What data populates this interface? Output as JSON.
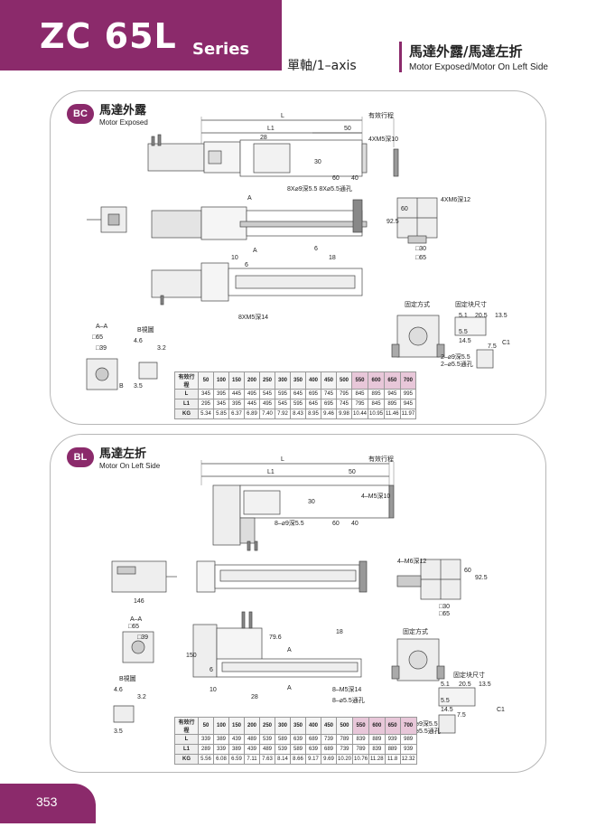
{
  "header": {
    "model": "ZC 65L",
    "series": "Series",
    "axis": "單軸/1–axis",
    "variants_zh": "馬達外露/馬達左折",
    "variants_en": "Motor Exposed/Motor On Left Side"
  },
  "bc": {
    "badge": "BC",
    "title_zh": "馬達外露",
    "title_en": "Motor Exposed",
    "labels": {
      "L": "L",
      "L1": "L1",
      "stroke": "有效行程",
      "d50": "50",
      "d28": "28",
      "hole4": "4XM5深10",
      "d60": "60",
      "d40": "40",
      "d30": "30",
      "hole8": "8X⌀9深5.5  8X⌀5.5通孔",
      "A1": "A",
      "A2": "A",
      "hole4m6": "4XM6深12",
      "d925": "92.5",
      "d60b": "60",
      "sq30": "□30",
      "sq65": "□65",
      "d6": "6",
      "d10": "10",
      "d6b": "6",
      "d18": "18",
      "hole8m5": "8XM5深14",
      "fix": "固定方式",
      "fixblock": "固定块尺寸",
      "aa": "A–A",
      "sq65b": "□65",
      "sq39": "□39",
      "bview": "B視圖",
      "d46": "4.6",
      "d32": "3.2",
      "d35": "3.5",
      "B": "B",
      "C1": "C1",
      "d51": "5.1",
      "d205": "20.5",
      "d135": "13.5",
      "d55": "5.5",
      "d145": "14.5",
      "d75": "7.5",
      "h1": "2–⌀9深5.5",
      "h2": "2–⌀5.5通孔"
    },
    "table": {
      "head": "有效行程",
      "strokes": [
        "50",
        "100",
        "150",
        "200",
        "250",
        "300",
        "350",
        "400",
        "450",
        "500",
        "550",
        "600",
        "650",
        "700"
      ],
      "rows": [
        {
          "label": "L",
          "values": [
            "345",
            "395",
            "445",
            "495",
            "545",
            "595",
            "645",
            "695",
            "745",
            "795",
            "845",
            "895",
            "945",
            "995"
          ]
        },
        {
          "label": "L1",
          "values": [
            "295",
            "345",
            "395",
            "445",
            "495",
            "545",
            "595",
            "645",
            "695",
            "745",
            "795",
            "845",
            "895",
            "945"
          ]
        },
        {
          "label": "KG",
          "values": [
            "5.34",
            "5.85",
            "6.37",
            "6.89",
            "7.40",
            "7.92",
            "8.43",
            "8.95",
            "9.46",
            "9.98",
            "10.44",
            "10.95",
            "11.46",
            "11.97"
          ]
        }
      ]
    }
  },
  "bl": {
    "badge": "BL",
    "title_zh": "馬達左折",
    "title_en": "Motor On Left Side",
    "labels": {
      "L": "L",
      "L1": "L1",
      "stroke": "有效行程",
      "d50": "50",
      "hole4": "4–M5深10",
      "d30": "30",
      "d60": "60",
      "d40": "40",
      "hole8": "8–⌀9深5.5",
      "d146": "146",
      "hole4m6": "4–M6深12",
      "d60b": "60",
      "d925": "92.5",
      "sq30": "□30",
      "sq65": "□65",
      "aa": "A–A",
      "sq65b": "□65",
      "sq39": "□39",
      "fix": "固定方式",
      "d150": "150",
      "d796": "79.6",
      "A1": "A",
      "A2": "A",
      "d18": "18",
      "d6": "6",
      "d10": "10",
      "d28": "28",
      "hole8m5": "8–M5深14",
      "hole8b": "8–⌀5.5通孔",
      "bview": "B視圖",
      "d46": "4.6",
      "d32": "3.2",
      "d35": "3.5",
      "fixblock": "固定块尺寸",
      "C1": "C1",
      "d51": "5.1",
      "d205": "20.5",
      "d135": "13.5",
      "d55": "5.5",
      "d145": "14.5",
      "d75": "7.5",
      "h1": "2–⌀9深5.5",
      "h2": "2–⌀5.5通孔"
    },
    "table": {
      "head": "有效行程",
      "strokes": [
        "50",
        "100",
        "150",
        "200",
        "250",
        "300",
        "350",
        "400",
        "450",
        "500",
        "550",
        "600",
        "650",
        "700"
      ],
      "rows": [
        {
          "label": "L",
          "values": [
            "339",
            "389",
            "439",
            "489",
            "539",
            "589",
            "639",
            "689",
            "739",
            "789",
            "839",
            "889",
            "939",
            "989"
          ]
        },
        {
          "label": "L1",
          "values": [
            "289",
            "339",
            "389",
            "439",
            "489",
            "539",
            "589",
            "639",
            "689",
            "739",
            "789",
            "839",
            "889",
            "939"
          ]
        },
        {
          "label": "KG",
          "values": [
            "5.56",
            "6.08",
            "6.59",
            "7.11",
            "7.63",
            "8.14",
            "8.66",
            "9.17",
            "9.69",
            "10.20",
            "10.76",
            "11.28",
            "11.8",
            "12.32"
          ]
        }
      ]
    }
  },
  "page_number": "353"
}
